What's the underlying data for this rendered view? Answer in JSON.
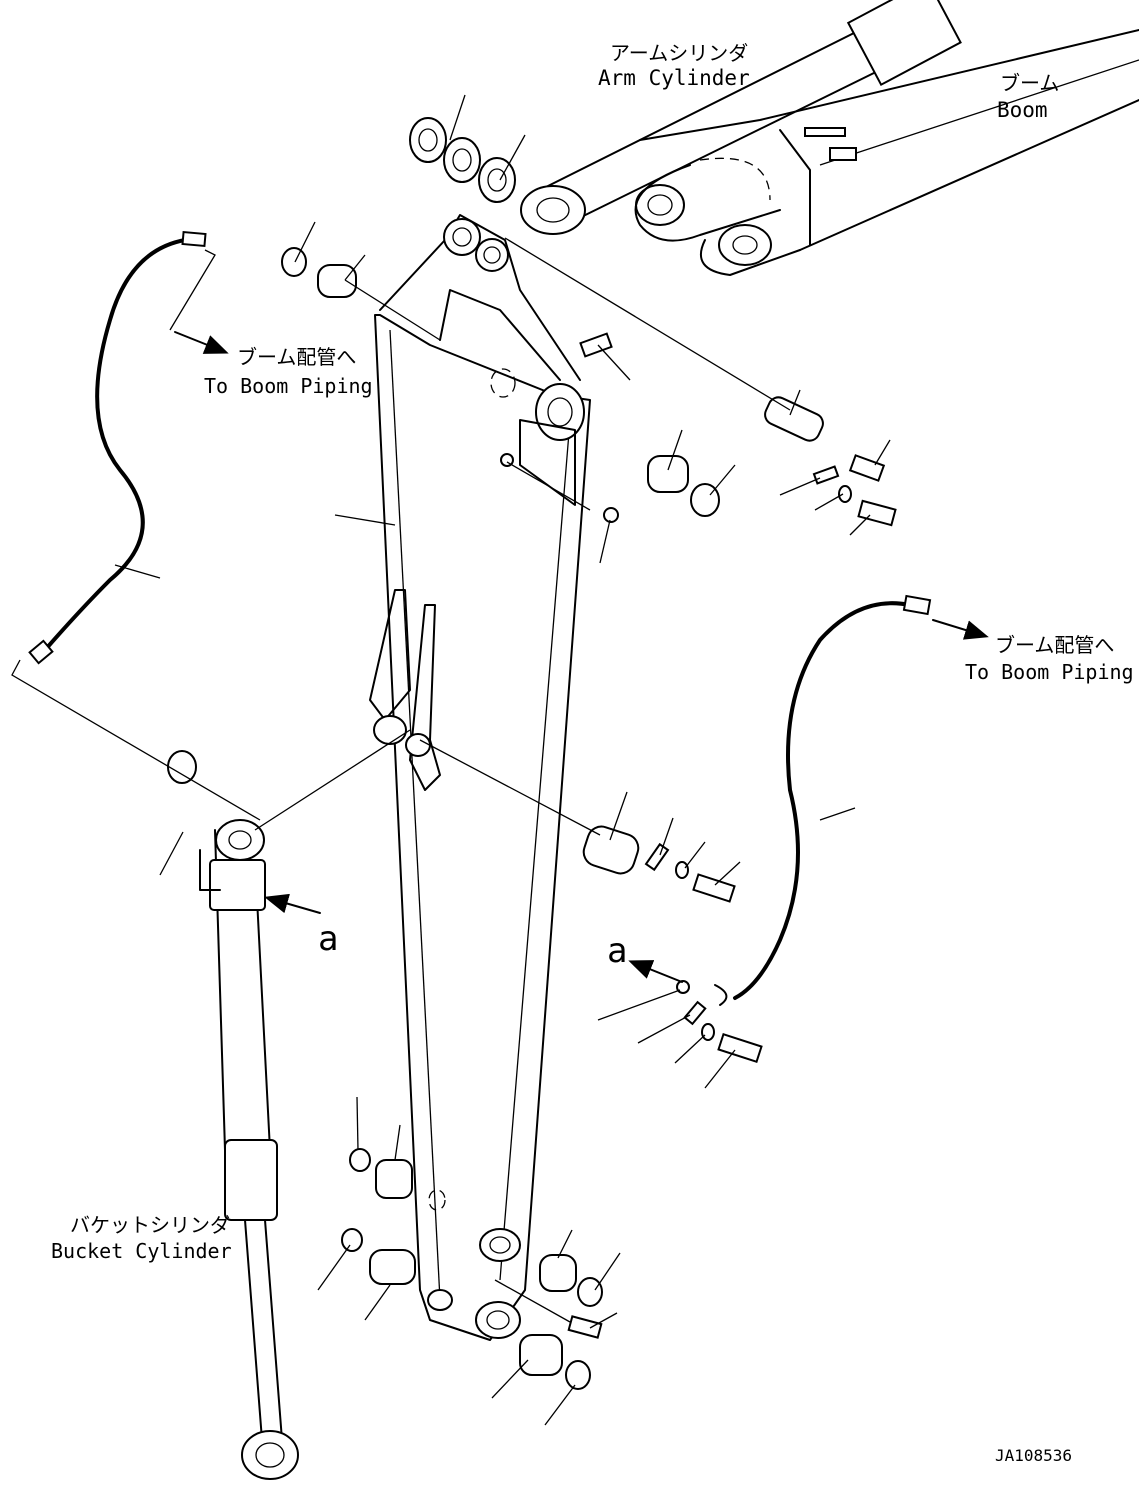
{
  "labels": {
    "arm_cylinder_jp": "アームシリンダ",
    "arm_cylinder_en": "Arm Cylinder",
    "boom_jp": "ブーム",
    "boom_en": "Boom",
    "to_boom_piping_jp": "ブーム配管へ",
    "to_boom_piping_en": "To Boom Piping",
    "bucket_cylinder_jp": "バケットシリンダ",
    "bucket_cylinder_en": "Bucket Cylinder",
    "view_ref": "a",
    "drawing_number": "JA108536"
  }
}
